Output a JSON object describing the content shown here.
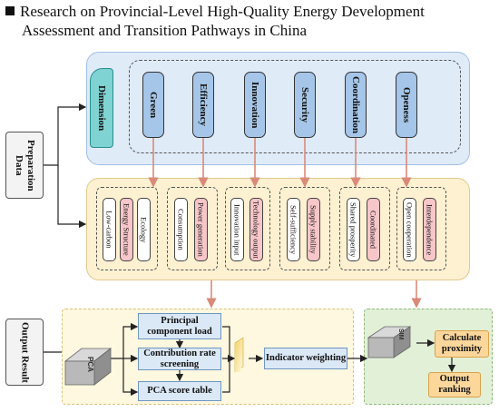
{
  "title": {
    "line1": "Research on Provincial-Level High-Quality Energy Development",
    "line2": "Assessment and Transition Pathways in China"
  },
  "side_labels": {
    "preparation": "Preparation Data",
    "output": "Output Result"
  },
  "dimension_label": "Dimension",
  "dimensions": [
    "Green",
    "Efficiency",
    "Innovation",
    "Security",
    "Coordination",
    "Openess"
  ],
  "indicator_groups": [
    {
      "items": [
        "Low-carbon",
        "Energy Structure",
        "Ecology"
      ]
    },
    {
      "items": [
        "Consumption",
        "Power generation"
      ]
    },
    {
      "items": [
        "Innovation input",
        "Technology output"
      ]
    },
    {
      "items": [
        "Self-sufficiency",
        "Supply stability"
      ]
    },
    {
      "items": [
        "Shared prosperity",
        "Coordinated"
      ]
    },
    {
      "items": [
        "Open cooperation",
        "Interdependence"
      ]
    }
  ],
  "pca": {
    "cube_label": "PCA",
    "steps": [
      "Principal component load",
      "Contribution rate screening",
      "PCA score table"
    ],
    "weighting": "Indicator weighting"
  },
  "result": {
    "cube_label": "SIM",
    "calculate": "Calculate proximity",
    "output": "Output ranking"
  },
  "colors": {
    "dimension_box": "#a5c6e8",
    "dimension_label_box": "#7fd3d2",
    "top_panel": "#e0ebf8",
    "middle_panel": "#fdf1d2",
    "indicator_pink": "#f6c6c9",
    "pca_panel": "#fdf8df",
    "result_panel": "#e2f0d7",
    "step_orange": "#fbd79c",
    "arrow": "#d98a78"
  }
}
